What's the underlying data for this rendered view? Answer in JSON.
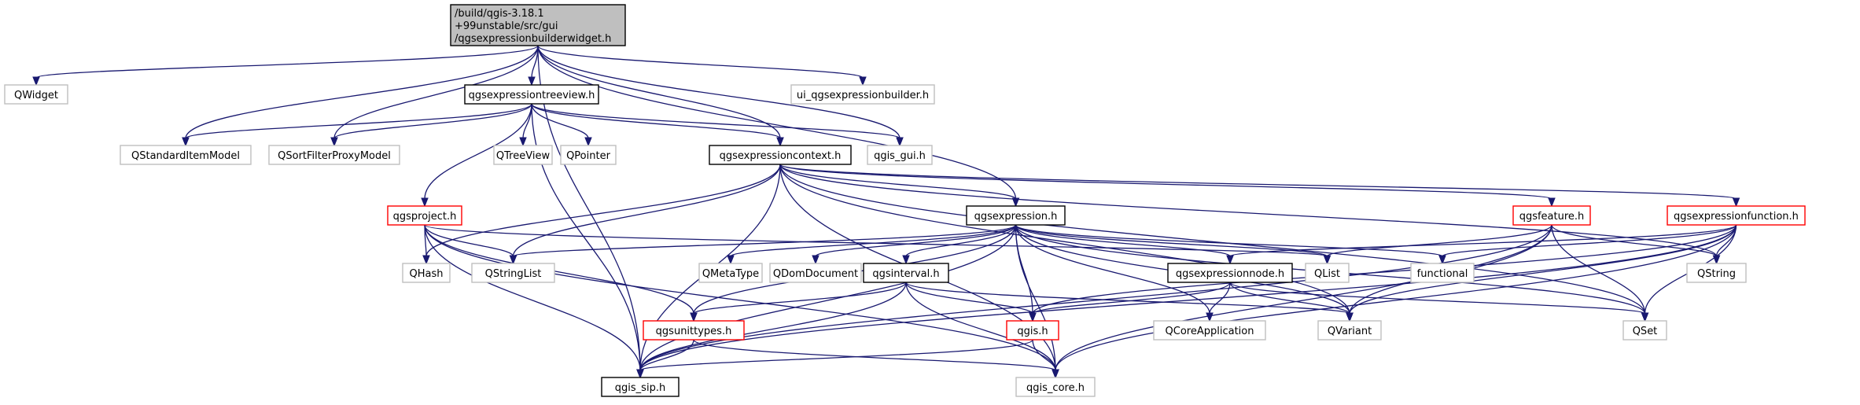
{
  "colors": {
    "edge": "#191970",
    "root_fill": "#bfbfbf",
    "border_documented": "#000000",
    "border_truncated": "#ff0000",
    "border_external": "#bfbfbf",
    "node_fill": "#ffffff"
  },
  "nodes": [
    {
      "id": "root",
      "lines": [
        "/build/qgis-3.18.1",
        "+99unstable/src/gui",
        "/qgsexpressionbuilderwidget.h"
      ],
      "style": "root"
    },
    {
      "id": "qwidget",
      "lines": [
        "QWidget"
      ],
      "style": "external"
    },
    {
      "id": "treeview_h",
      "lines": [
        "qgsexpressiontreeview.h"
      ],
      "style": "documented"
    },
    {
      "id": "ui_builder",
      "lines": [
        "ui_qgsexpressionbuilder.h"
      ],
      "style": "external"
    },
    {
      "id": "qstandarditemmodel",
      "lines": [
        "QStandardItemModel"
      ],
      "style": "external"
    },
    {
      "id": "qsortfilter",
      "lines": [
        "QSortFilterProxyModel"
      ],
      "style": "external"
    },
    {
      "id": "qtreeview",
      "lines": [
        "QTreeView"
      ],
      "style": "external"
    },
    {
      "id": "qpointer",
      "lines": [
        "QPointer"
      ],
      "style": "external"
    },
    {
      "id": "context_h",
      "lines": [
        "qgsexpressioncontext.h"
      ],
      "style": "documented"
    },
    {
      "id": "qgis_gui",
      "lines": [
        "qgis_gui.h"
      ],
      "style": "external"
    },
    {
      "id": "project_h",
      "lines": [
        "qgsproject.h"
      ],
      "style": "truncated"
    },
    {
      "id": "expression_h",
      "lines": [
        "qgsexpression.h"
      ],
      "style": "documented"
    },
    {
      "id": "feature_h",
      "lines": [
        "qgsfeature.h"
      ],
      "style": "truncated"
    },
    {
      "id": "function_h",
      "lines": [
        "qgsexpressionfunction.h"
      ],
      "style": "truncated"
    },
    {
      "id": "qhash",
      "lines": [
        "QHash"
      ],
      "style": "external"
    },
    {
      "id": "qstringlist",
      "lines": [
        "QStringList"
      ],
      "style": "external"
    },
    {
      "id": "qmetatype",
      "lines": [
        "QMetaType"
      ],
      "style": "external"
    },
    {
      "id": "qdomdocument",
      "lines": [
        "QDomDocument"
      ],
      "style": "external"
    },
    {
      "id": "interval_h",
      "lines": [
        "qgsinterval.h"
      ],
      "style": "documented"
    },
    {
      "id": "qlist",
      "lines": [
        "QList"
      ],
      "style": "external"
    },
    {
      "id": "node_h",
      "lines": [
        "qgsexpressionnode.h"
      ],
      "style": "documented"
    },
    {
      "id": "functional",
      "lines": [
        "functional"
      ],
      "style": "external"
    },
    {
      "id": "qstring",
      "lines": [
        "QString"
      ],
      "style": "external"
    },
    {
      "id": "unittypes_h",
      "lines": [
        "qgsunittypes.h"
      ],
      "style": "truncated"
    },
    {
      "id": "qgis_h",
      "lines": [
        "qgis.h"
      ],
      "style": "truncated"
    },
    {
      "id": "qcoreapp",
      "lines": [
        "QCoreApplication"
      ],
      "style": "external"
    },
    {
      "id": "qvariant",
      "lines": [
        "QVariant"
      ],
      "style": "external"
    },
    {
      "id": "qset",
      "lines": [
        "QSet"
      ],
      "style": "external"
    },
    {
      "id": "qgis_sip",
      "lines": [
        "qgis_sip.h"
      ],
      "style": "documented"
    },
    {
      "id": "qgis_core",
      "lines": [
        "qgis_core.h"
      ],
      "style": "external"
    }
  ],
  "edges": [
    [
      "root",
      "qwidget"
    ],
    [
      "root",
      "treeview_h"
    ],
    [
      "root",
      "ui_builder"
    ],
    [
      "root",
      "qstandarditemmodel"
    ],
    [
      "root",
      "qsortfilter"
    ],
    [
      "root",
      "context_h"
    ],
    [
      "root",
      "qgis_gui"
    ],
    [
      "root",
      "expression_h"
    ],
    [
      "root",
      "qgis_sip"
    ],
    [
      "treeview_h",
      "qstandarditemmodel"
    ],
    [
      "treeview_h",
      "qsortfilter"
    ],
    [
      "treeview_h",
      "qtreeview"
    ],
    [
      "treeview_h",
      "qpointer"
    ],
    [
      "treeview_h",
      "context_h"
    ],
    [
      "treeview_h",
      "qgis_gui"
    ],
    [
      "treeview_h",
      "project_h"
    ],
    [
      "treeview_h",
      "qgis_sip"
    ],
    [
      "context_h",
      "qhash"
    ],
    [
      "context_h",
      "qstringlist"
    ],
    [
      "context_h",
      "expression_h"
    ],
    [
      "context_h",
      "feature_h"
    ],
    [
      "context_h",
      "function_h"
    ],
    [
      "context_h",
      "qstring"
    ],
    [
      "context_h",
      "qvariant"
    ],
    [
      "context_h",
      "qset"
    ],
    [
      "context_h",
      "qgis_sip"
    ],
    [
      "context_h",
      "qgis_core"
    ],
    [
      "project_h",
      "qhash"
    ],
    [
      "project_h",
      "qstringlist"
    ],
    [
      "project_h",
      "qlist"
    ],
    [
      "project_h",
      "unittypes_h"
    ],
    [
      "project_h",
      "qgis_sip"
    ],
    [
      "project_h",
      "qgis_core"
    ],
    [
      "expression_h",
      "qstringlist"
    ],
    [
      "expression_h",
      "qmetatype"
    ],
    [
      "expression_h",
      "qdomdocument"
    ],
    [
      "expression_h",
      "interval_h"
    ],
    [
      "expression_h",
      "qlist"
    ],
    [
      "expression_h",
      "node_h"
    ],
    [
      "expression_h",
      "functional"
    ],
    [
      "expression_h",
      "unittypes_h"
    ],
    [
      "expression_h",
      "qgis_h"
    ],
    [
      "expression_h",
      "qcoreapp"
    ],
    [
      "expression_h",
      "qvariant"
    ],
    [
      "expression_h",
      "qset"
    ],
    [
      "expression_h",
      "qgis_sip"
    ],
    [
      "expression_h",
      "qgis_core"
    ],
    [
      "feature_h",
      "qlist"
    ],
    [
      "feature_h",
      "qstring"
    ],
    [
      "feature_h",
      "qvariant"
    ],
    [
      "feature_h",
      "qset"
    ],
    [
      "feature_h",
      "qgis_sip"
    ],
    [
      "feature_h",
      "qgis_core"
    ],
    [
      "function_h",
      "node_h"
    ],
    [
      "function_h",
      "functional"
    ],
    [
      "function_h",
      "qstring"
    ],
    [
      "function_h",
      "qgis_h"
    ],
    [
      "function_h",
      "qvariant"
    ],
    [
      "function_h",
      "qset"
    ],
    [
      "function_h",
      "qgis_sip"
    ],
    [
      "function_h",
      "qgis_core"
    ],
    [
      "interval_h",
      "unittypes_h"
    ],
    [
      "interval_h",
      "qgis_h"
    ],
    [
      "interval_h",
      "qvariant"
    ],
    [
      "interval_h",
      "qgis_sip"
    ],
    [
      "interval_h",
      "qgis_core"
    ],
    [
      "node_h",
      "qgis_h"
    ],
    [
      "node_h",
      "qcoreapp"
    ],
    [
      "node_h",
      "qvariant"
    ],
    [
      "node_h",
      "qset"
    ],
    [
      "unittypes_h",
      "qgis_sip"
    ],
    [
      "unittypes_h",
      "qgis_core"
    ],
    [
      "qgis_h",
      "qgis_sip"
    ],
    [
      "qgis_h",
      "qgis_core"
    ]
  ]
}
